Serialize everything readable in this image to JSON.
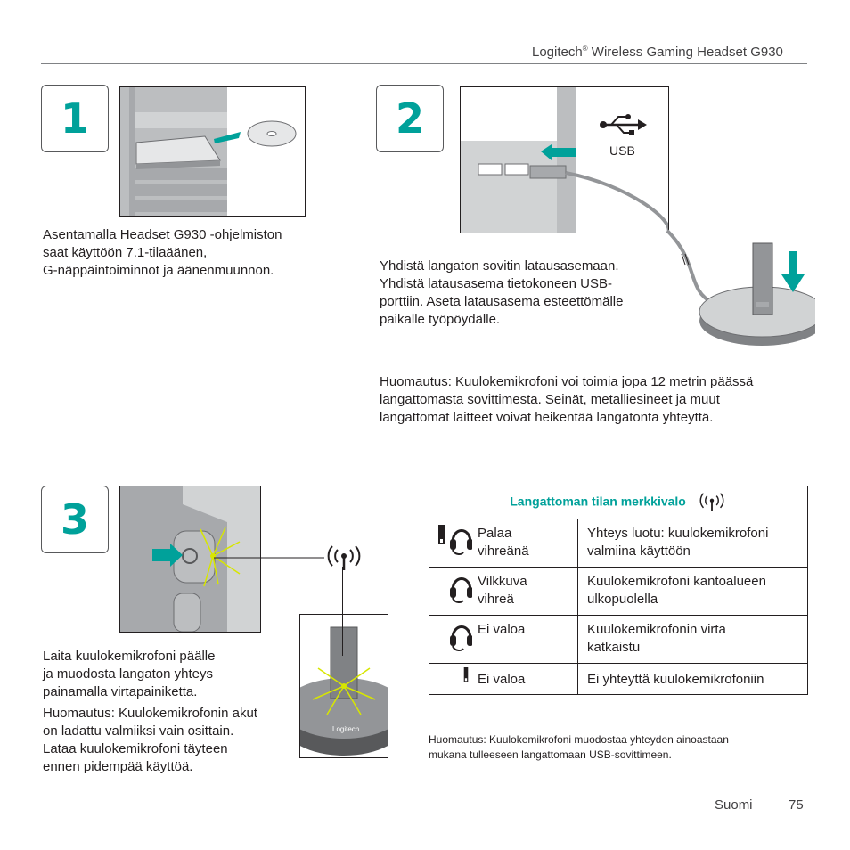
{
  "header": {
    "brand": "Logitech",
    "registered": "®",
    "product": "Wireless Gaming Headset G930"
  },
  "steps": [
    {
      "number": "1",
      "text_lines": [
        "Asentamalla Headset G930 -ohjelmiston",
        "saat käyttöön 7.1-tilaäänen,",
        "G-näppäintoiminnot ja äänenmuunnon."
      ]
    },
    {
      "number": "2",
      "text_lines": [
        "Yhdistä langaton sovitin latausasemaan.",
        "Yhdistä latausasema tietokoneen USB-",
        "porttiin. Aseta latausasema esteettömälle",
        "paikalle työpöydälle."
      ],
      "usb_label": "USB",
      "note_lines": [
        "Huomautus: Kuulokemikrofoni voi toimia jopa 12 metrin päässä",
        "langattomasta sovittimesta. Seinät, metalliesineet ja muut",
        "langattomat laitteet voivat heikentää langatonta yhteyttä."
      ]
    },
    {
      "number": "3",
      "text_lines": [
        "Laita kuulokemikrofoni päälle",
        "ja muodosta langaton yhteys",
        "painamalla virtapainiketta."
      ],
      "note_lines": [
        "Huomautus: Kuulokemikrofonin akut",
        "on ladattu valmiiksi vain osittain.",
        "Lataa kuulokemikrofoni täyteen",
        "ennen pidempää käyttöä."
      ]
    }
  ],
  "dock_logo": "Logitech",
  "status_table": {
    "title": "Langattoman tilan merkkivalo",
    "rows": [
      {
        "icons": [
          "dongle",
          "headset"
        ],
        "light": "Palaa vihreänä",
        "light_lines": [
          "Palaa",
          "vihreänä"
        ],
        "meaning_lines": [
          "Yhteys luotu: kuulokemikrofoni",
          "valmiina käyttöön"
        ]
      },
      {
        "icons": [
          "headset"
        ],
        "light_lines": [
          "Vilkkuva",
          "vihreä"
        ],
        "meaning_lines": [
          "Kuulokemikrofoni kantoalueen",
          "ulkopuolella"
        ]
      },
      {
        "icons": [
          "headset"
        ],
        "light_lines": [
          "Ei valoa"
        ],
        "meaning_lines": [
          "Kuulokemikrofonin virta",
          "katkaistu"
        ]
      },
      {
        "icons": [
          "dongle"
        ],
        "light_lines": [
          "Ei valoa"
        ],
        "meaning_lines": [
          "Ei yhteyttä kuulokemikrofoniin"
        ]
      }
    ],
    "footnote_lines": [
      "Huomautus: Kuulokemikrofoni muodostaa yhteyden ainoastaan",
      "mukana tulleeseen langattomaan USB-sovittimeen."
    ]
  },
  "footer": {
    "language": "Suomi",
    "page": "75"
  },
  "colors": {
    "accent": "#00a19a",
    "text": "#231f20",
    "glow": "#d7e600"
  }
}
